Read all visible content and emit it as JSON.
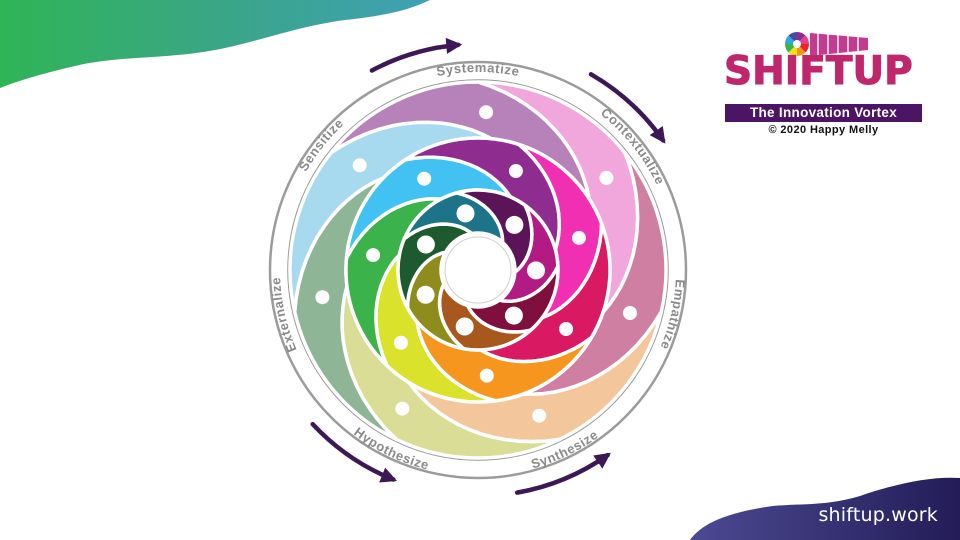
{
  "diagram": {
    "stages": [
      "Systematize",
      "Contextualize",
      "Empathize",
      "Synthesize",
      "Hypothesize",
      "Externalize",
      "Sensitize"
    ],
    "colors": {
      "outer": [
        "#f2a7dc",
        "#cf7fa1",
        "#f4c69c",
        "#dadd96",
        "#8fb597",
        "#a7daef",
        "#b682b9"
      ],
      "middle": [
        "#f02fb2",
        "#d91a63",
        "#f7961e",
        "#dbe22b",
        "#3bb34a",
        "#41c2f2",
        "#8e2d8f"
      ],
      "inner": [
        "#b31b84",
        "#7f0f3d",
        "#a8581c",
        "#8f8c1e",
        "#1d5a2e",
        "#1d7388",
        "#5b1458"
      ],
      "ring": "#9b9b9b",
      "arrow": "#3d1856",
      "corner_top": [
        "#2fb456",
        "#3ba58a",
        "#3fa0b5"
      ],
      "corner_bottom": [
        "#4c4a93",
        "#231c57"
      ]
    }
  },
  "brand": {
    "name": "SHIFTUP",
    "tagline": "The Innovation Vortex",
    "copyright": "© 2020 Happy Melly",
    "colors": {
      "name": "#c0266b",
      "bar": "#4b1464",
      "icon": [
        "#e5262b",
        "#f7941e",
        "#f6e11b",
        "#3bb34a",
        "#2ea8df",
        "#4a4aa0",
        "#8e2d8f",
        "#e33d96"
      ],
      "cone": "#c23b8e"
    }
  },
  "footer": {
    "url": "shiftup.work"
  }
}
